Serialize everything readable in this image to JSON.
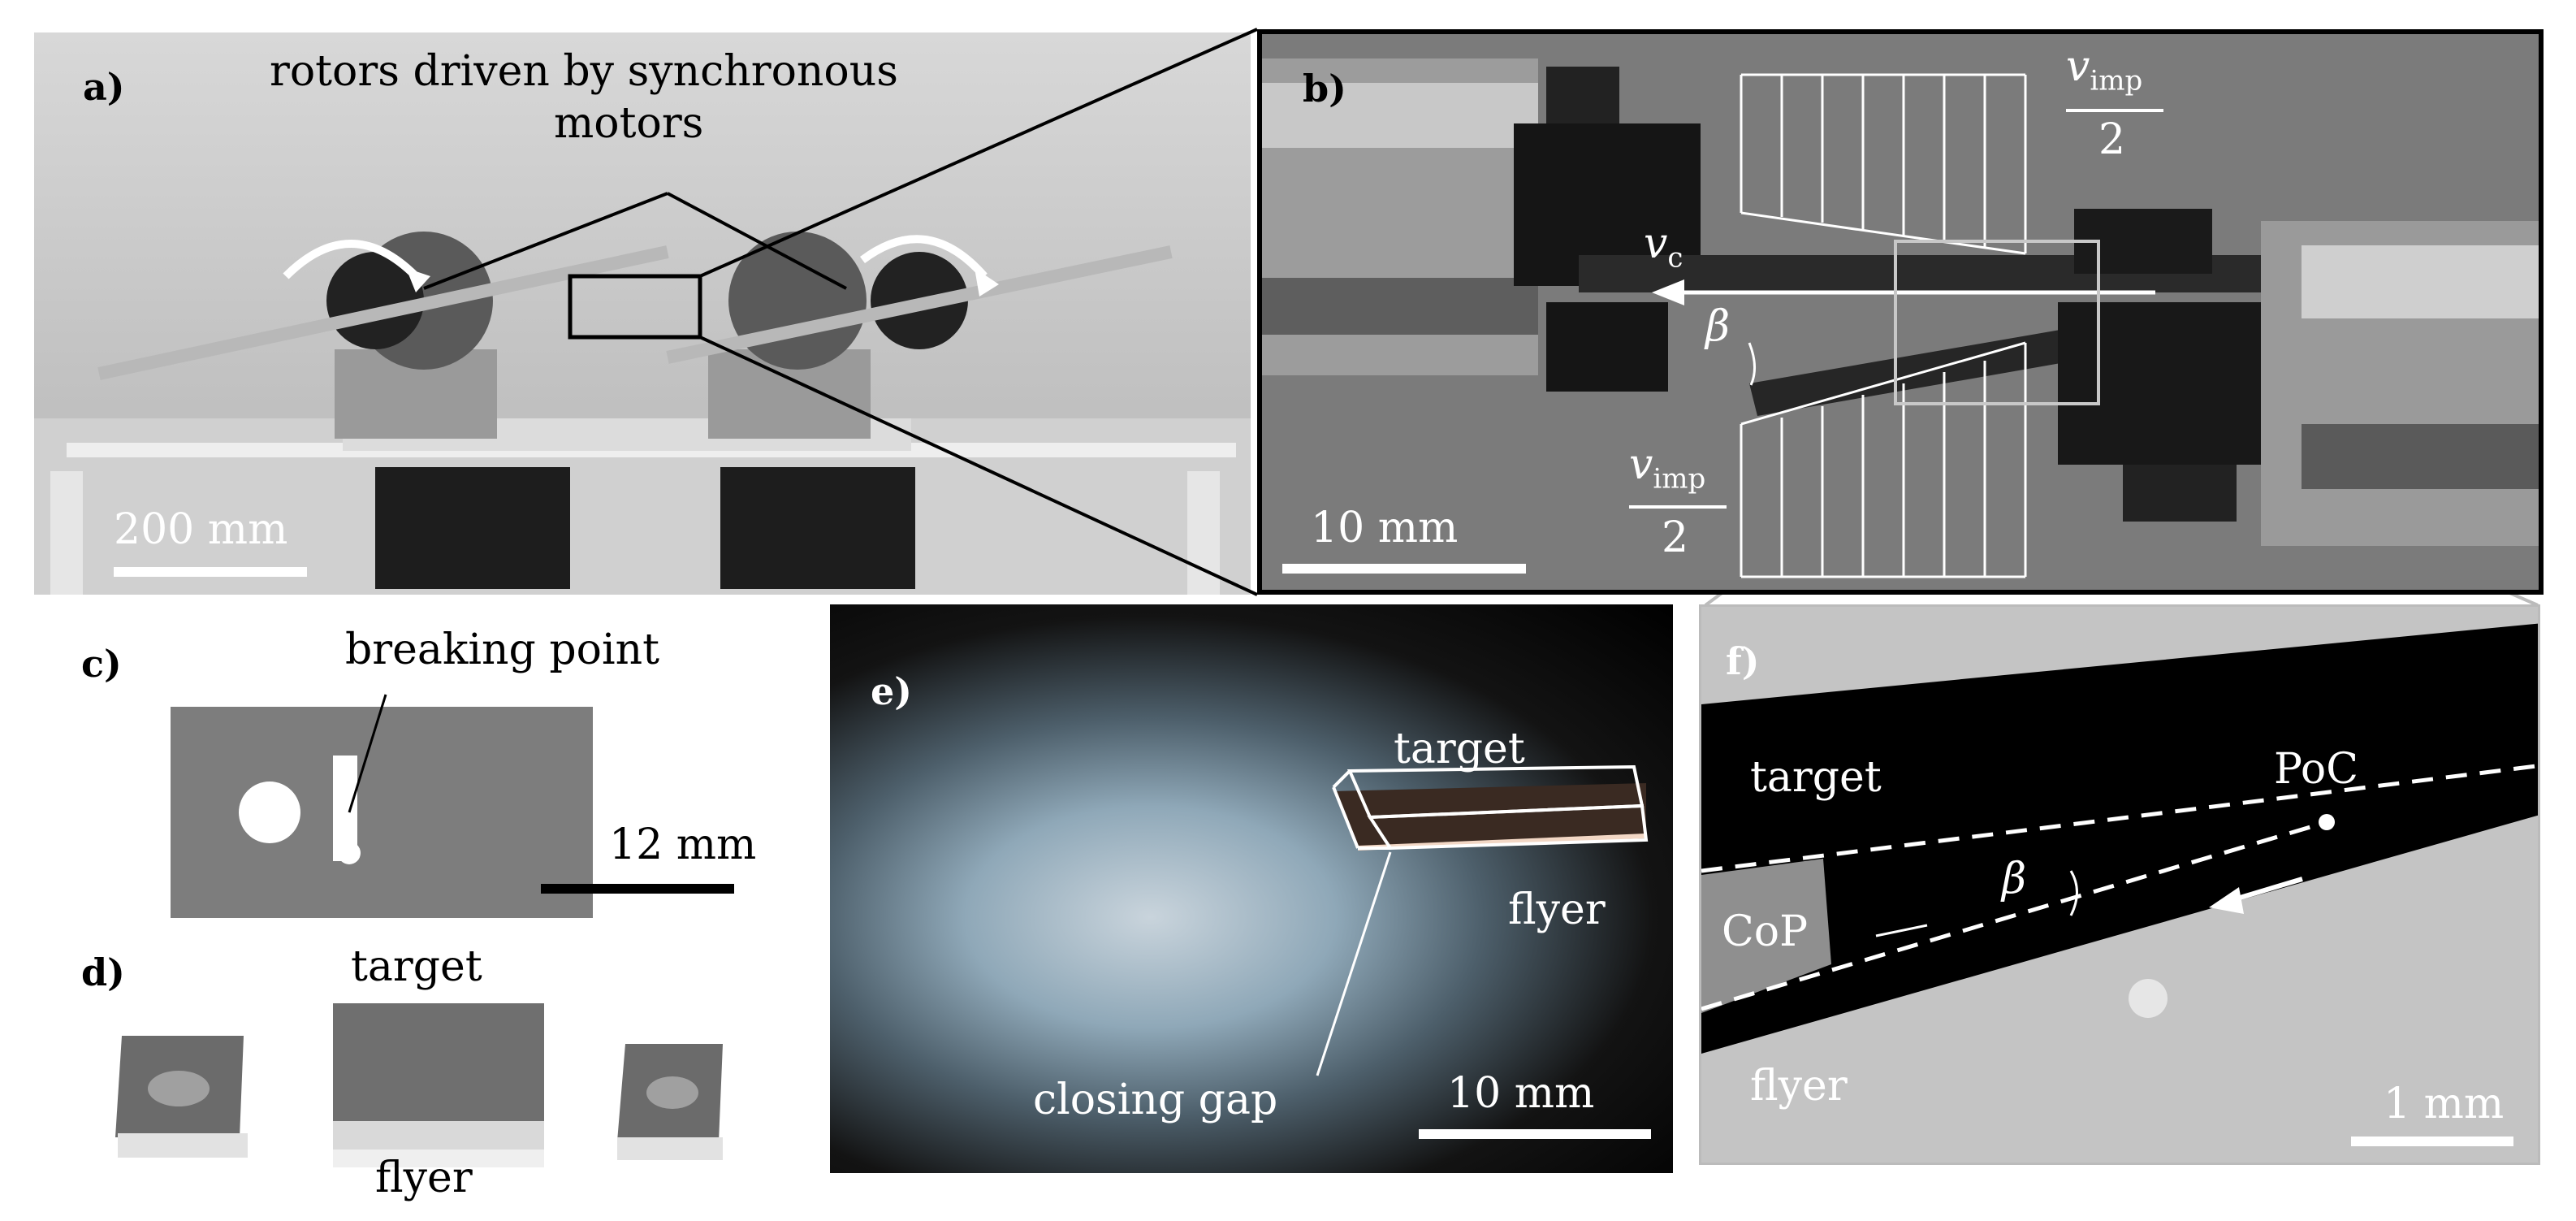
{
  "panels": {
    "a": {
      "label": "a)",
      "annotation_line1": "rotors driven by synchronous",
      "annotation_line2": "motors",
      "scale": "200 mm"
    },
    "b": {
      "label": "b)",
      "vimp_top": "v",
      "vimp_top_sub": "imp",
      "vimp_top_den": "2",
      "vc": "v",
      "vc_sub": "c",
      "beta": "β",
      "vimp_bottom": "v",
      "vimp_bottom_sub": "imp",
      "vimp_bottom_den": "2",
      "scale": "10 mm"
    },
    "c": {
      "label": "c)",
      "annotation": "breaking point",
      "scale": "12 mm"
    },
    "d": {
      "label": "d)",
      "top": "target",
      "bottom": "flyer"
    },
    "e": {
      "label": "e)",
      "target": "target",
      "flyer": "flyer",
      "gap": "closing gap",
      "scale": "10 mm"
    },
    "f": {
      "label": "f)",
      "target": "target",
      "poc": "PoC",
      "beta": "β",
      "cop": "CoP",
      "flyer": "flyer",
      "scale": "1 mm"
    }
  }
}
